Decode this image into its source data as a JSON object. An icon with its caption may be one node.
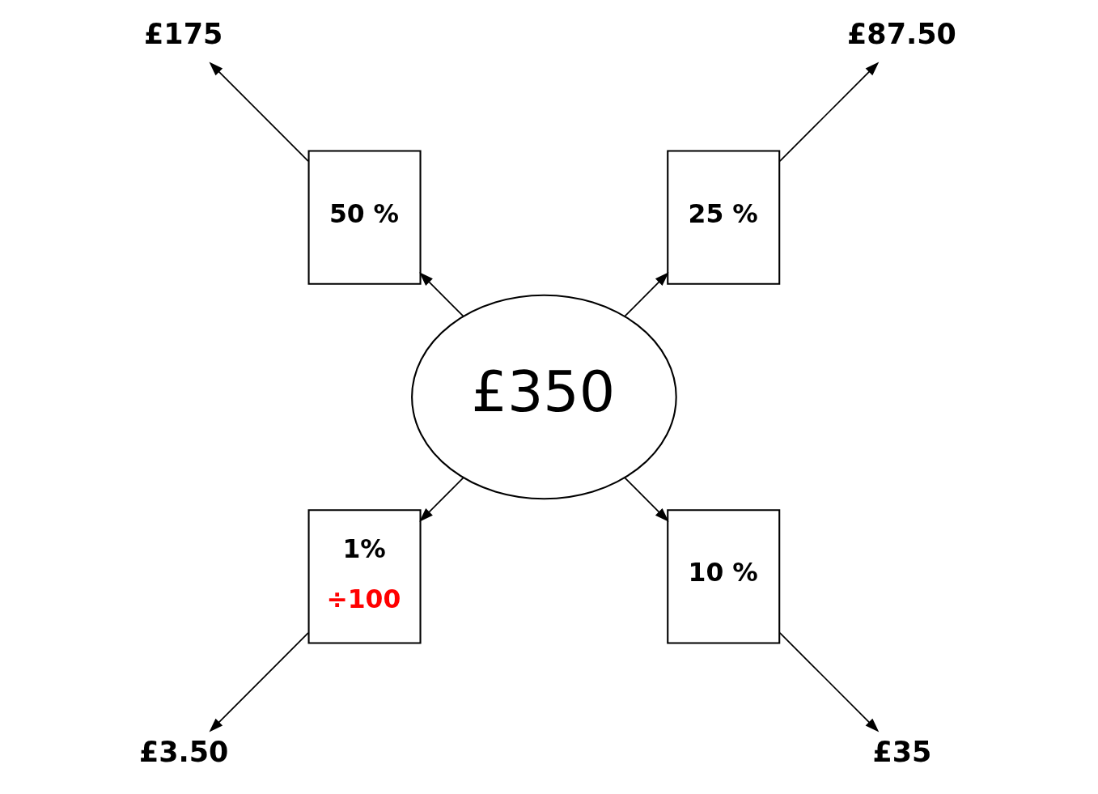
{
  "diagram": {
    "nodes": [
      {
        "text": [
          "£350"
        ]
      },
      {
        "text": [
          "25 %"
        ]
      },
      {
        "text": [
          "50 %"
        ]
      },
      {
        "text": [
          "1%",
          "÷100"
        ]
      },
      {
        "text": [
          "10 %"
        ]
      },
      {
        "text": [
          "£87.50"
        ]
      },
      {
        "text": [
          "£175"
        ]
      },
      {
        "text": [
          "£3.50"
        ]
      },
      {
        "text": [
          "£35"
        ]
      }
    ],
    "edges": [
      {
        "from": 0,
        "to": 1,
        "arrow": "to"
      },
      {
        "from": 0,
        "to": 2,
        "arrow": "to"
      },
      {
        "from": 0,
        "to": 3,
        "arrow": "to"
      },
      {
        "from": 0,
        "to": 4,
        "arrow": "to"
      },
      {
        "from": 1,
        "to": 5,
        "arrow": "to"
      },
      {
        "from": 2,
        "to": 6,
        "arrow": "to"
      },
      {
        "from": 3,
        "to": 7,
        "arrow": "to"
      },
      {
        "from": 4,
        "to": 8,
        "arrow": "to"
      }
    ]
  }
}
